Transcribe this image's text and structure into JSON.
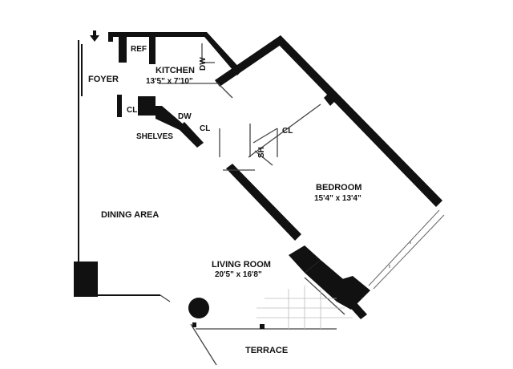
{
  "colors": {
    "wall": "#111111",
    "paper": "#ffffff",
    "thin_line": "#444444",
    "terrace_grid": "#bbbbbb"
  },
  "rooms": {
    "foyer": {
      "label": "FOYER"
    },
    "kitchen": {
      "label": "KITCHEN",
      "size": "13'5\" x 7'10\""
    },
    "dining": {
      "label": "DINING AREA"
    },
    "living": {
      "label": "LIVING ROOM",
      "size": "20'5\" x 16'8\""
    },
    "bedroom": {
      "label": "BEDROOM",
      "size": "15'4\" x 13'4\""
    },
    "terrace": {
      "label": "TERRACE"
    }
  },
  "fixtures": {
    "ref": "REF",
    "dw_kitchen": "DW",
    "dw_lower": "DW",
    "cl_left": "CL",
    "cl_mid": "CL",
    "cl_bed": "CL",
    "sh": "SH",
    "shelves": "SHELVES"
  },
  "icons": {
    "entry": "entry-arrow-icon",
    "column": "column-icon"
  }
}
